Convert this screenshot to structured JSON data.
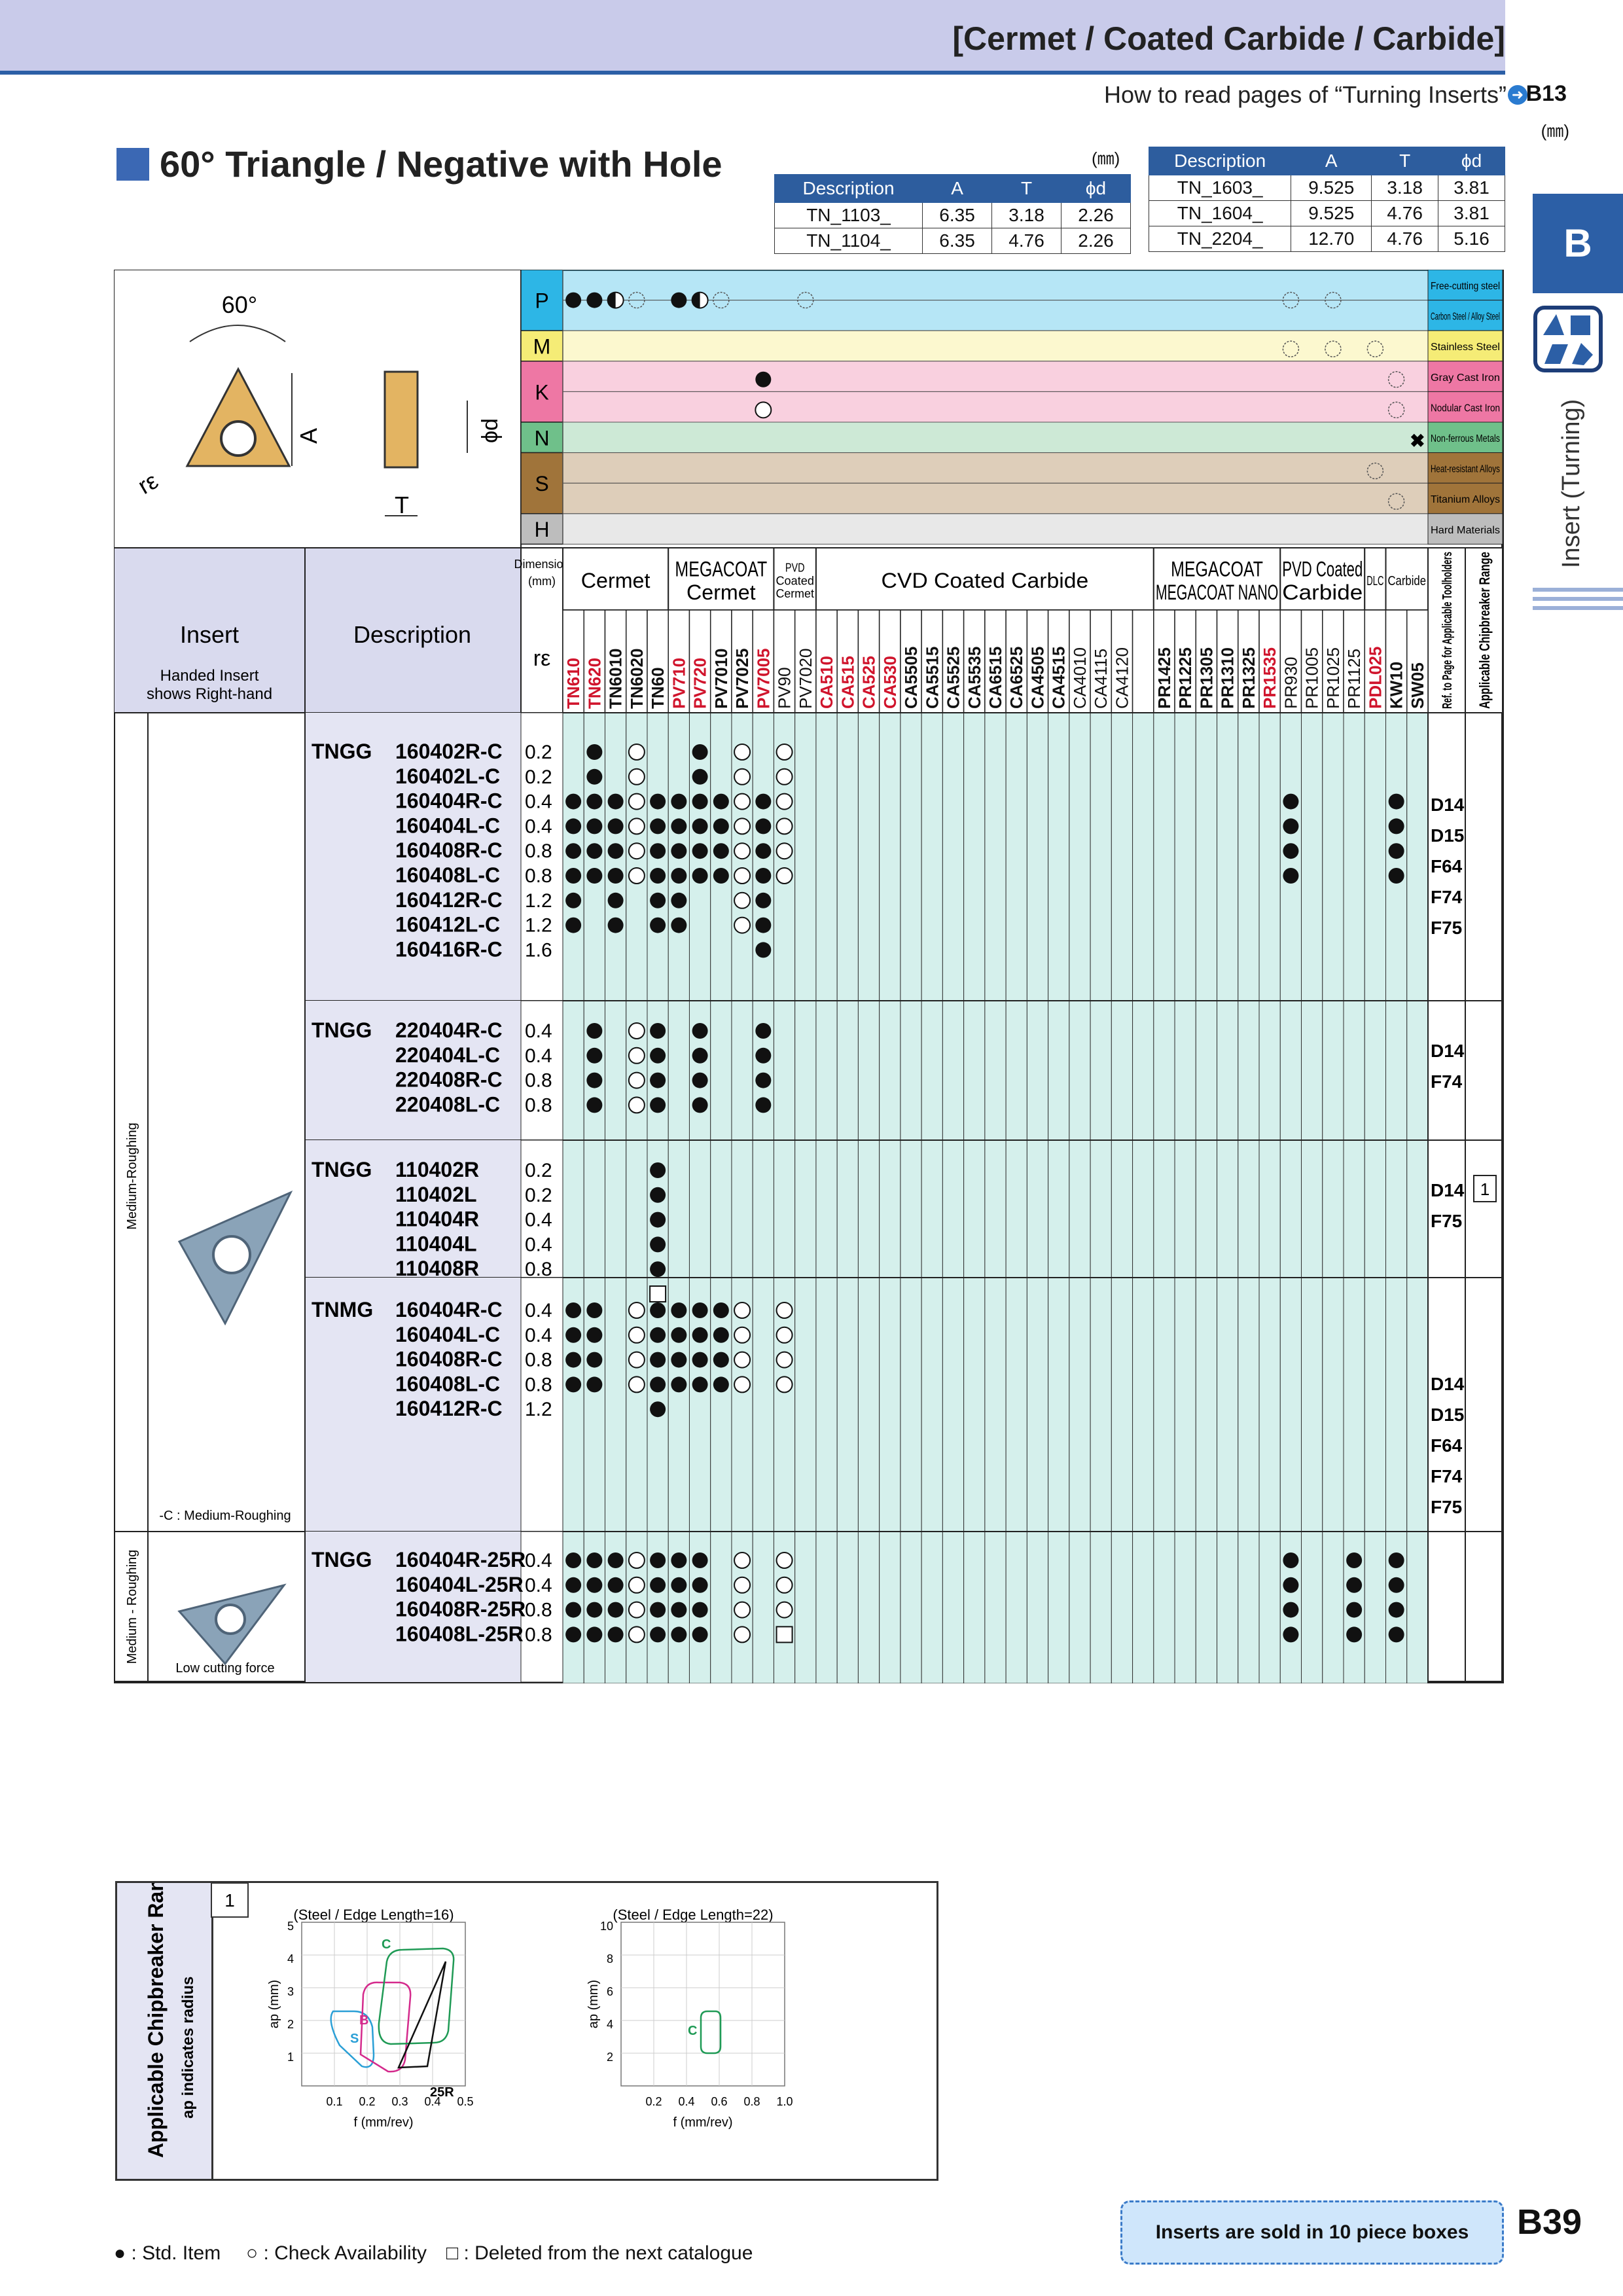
{
  "header": {
    "category": "[Cermet / Coated Carbide / Carbide]",
    "howto_text": "How to read pages of “Turning Inserts”",
    "howto_ref": "B13",
    "unit": "(㎜)"
  },
  "section": {
    "title": "60° Triangle / Negative with Hole"
  },
  "dim_tables": [
    {
      "headers": [
        "Description",
        "A",
        "T",
        "ϕd"
      ],
      "rows": [
        [
          "TN_1103_",
          "6.35",
          "3.18",
          "2.26"
        ],
        [
          "TN_1104_",
          "6.35",
          "4.76",
          "2.26"
        ]
      ]
    },
    {
      "headers": [
        "Description",
        "A",
        "T",
        "ϕd"
      ],
      "rows": [
        [
          "TN_1603_",
          "9.525",
          "3.18",
          "3.81"
        ],
        [
          "TN_1604_",
          "9.525",
          "4.76",
          "3.81"
        ],
        [
          "TN_2204_",
          "12.70",
          "4.76",
          "5.16"
        ]
      ]
    }
  ],
  "side_tab": {
    "letter": "B",
    "label": "Insert (Turning)"
  },
  "drawing": {
    "angle": "60°",
    "a": "A",
    "t": "T",
    "d": "ϕd",
    "re": "rε"
  },
  "materials": [
    {
      "code": "P",
      "name1": "Free-cutting steel",
      "name2": "Carbon Steel / Alloy Steel",
      "color": "#2db6e6"
    },
    {
      "code": "M",
      "name1": "Stainless Steel",
      "color": "#f5ec76"
    },
    {
      "code": "K",
      "name1": "Gray Cast Iron",
      "name2": "Nodular Cast Iron",
      "color": "#ee77a4"
    },
    {
      "code": "N",
      "name1": "Non-ferrous Metals",
      "color": "#6fc08a"
    },
    {
      "code": "S",
      "name1": "Heat-resistant Alloys",
      "name2": "Titanium Alloys",
      "color": "#a0743a"
    },
    {
      "code": "H",
      "name1": "Hard Materials",
      "color": "#bdbdbd"
    }
  ],
  "table_headers": {
    "insert": "Insert",
    "handed_note": "Handed Insert\nshows Right-hand",
    "description": "Description",
    "dimension": "Dimension\n(mm)",
    "re": "rε",
    "groups": [
      {
        "label": "Cermet",
        "span": 5
      },
      {
        "label": "MEGACOAT\nCermet",
        "span": 5
      },
      {
        "label": "PVD\nCoated\nCermet",
        "span": 2
      },
      {
        "label": "CVD Coated Carbide",
        "span": 16
      },
      {
        "label": "MEGACOAT\nMEGACOAT NANO",
        "span": 6
      },
      {
        "label": "PVD Coated\nCarbide",
        "span": 4
      },
      {
        "label": "DLC",
        "span": 1
      },
      {
        "label": "Carbide",
        "span": 2
      }
    ],
    "ref_page": "Ref. to Page for Applicable Toolholders",
    "chipbreaker": "Applicable Chipbreaker Range"
  },
  "grades": [
    {
      "name": "TN610",
      "red": true
    },
    {
      "name": "TN620",
      "red": true
    },
    {
      "name": "TN6010"
    },
    {
      "name": "TN6020"
    },
    {
      "name": "TN60"
    },
    {
      "name": "PV710",
      "red": true
    },
    {
      "name": "PV720",
      "red": true
    },
    {
      "name": "PV7010"
    },
    {
      "name": "PV7025"
    },
    {
      "name": "PV7005",
      "red": true
    },
    {
      "name": "PV90",
      "thin": true
    },
    {
      "name": "PV7020",
      "thin": true
    },
    {
      "name": "CA510",
      "red": true
    },
    {
      "name": "CA515",
      "red": true
    },
    {
      "name": "CA525",
      "red": true
    },
    {
      "name": "CA530",
      "red": true
    },
    {
      "name": "CA5505"
    },
    {
      "name": "CA5515"
    },
    {
      "name": "CA5525"
    },
    {
      "name": "CA5535"
    },
    {
      "name": "CA6515"
    },
    {
      "name": "CA6525"
    },
    {
      "name": "CA4505"
    },
    {
      "name": "CA4515"
    },
    {
      "name": "CA4010",
      "thin": true
    },
    {
      "name": "CA4115",
      "thin": true
    },
    {
      "name": "CA4120",
      "thin": true
    },
    {
      "name": "",
      "thin": true
    },
    {
      "name": "PR1425"
    },
    {
      "name": "PR1225"
    },
    {
      "name": "PR1305"
    },
    {
      "name": "PR1310"
    },
    {
      "name": "PR1325"
    },
    {
      "name": "PR1535",
      "red": true
    },
    {
      "name": "PR930",
      "thin": true
    },
    {
      "name": "PR1005",
      "thin": true
    },
    {
      "name": "PR1025",
      "thin": true
    },
    {
      "name": "PR1125",
      "thin": true
    },
    {
      "name": "PDL025",
      "red": true
    },
    {
      "name": "KW10"
    },
    {
      "name": "SW05"
    }
  ],
  "material_marks": {
    "P": {
      "0": "F",
      "1": "F",
      "2": "H",
      "3": "C",
      "5": "F",
      "6": "H",
      "7": "C",
      "11": "C",
      "34": "C",
      "36": "C"
    },
    "M": {
      "34": "C",
      "36": "C",
      "38": "C"
    },
    "K": {
      "9": "F",
      "39": "C"
    },
    "K2": {
      "9": "O",
      "39": "C"
    },
    "N": {
      "40": "X"
    },
    "S": {
      "38": "C"
    },
    "S2": {
      "39": "C"
    }
  },
  "groups": [
    {
      "series": "TNGG",
      "type_label": "Medium-Roughing",
      "image": true,
      "refs": [
        "D14",
        "D15",
        "F64",
        "F74",
        "F75"
      ],
      "rows": [
        {
          "code": "160402R-C",
          "re": "0.2",
          "marks": {
            "1": "F",
            "3": "O",
            "6": "F",
            "8": "O",
            "10": "O"
          }
        },
        {
          "code": "160402L-C",
          "re": "0.2",
          "marks": {
            "1": "F",
            "3": "O",
            "6": "F",
            "8": "O",
            "10": "O"
          }
        },
        {
          "code": "160404R-C",
          "re": "0.4",
          "marks": {
            "0": "F",
            "1": "F",
            "2": "F",
            "3": "O",
            "4": "F",
            "5": "F",
            "6": "F",
            "7": "F",
            "8": "O",
            "9": "F",
            "10": "O",
            "34": "F",
            "39": "F"
          }
        },
        {
          "code": "160404L-C",
          "re": "0.4",
          "marks": {
            "0": "F",
            "1": "F",
            "2": "F",
            "3": "O",
            "4": "F",
            "5": "F",
            "6": "F",
            "7": "F",
            "8": "O",
            "9": "F",
            "10": "O",
            "34": "F",
            "39": "F"
          }
        },
        {
          "code": "160408R-C",
          "re": "0.8",
          "marks": {
            "0": "F",
            "1": "F",
            "2": "F",
            "3": "O",
            "4": "F",
            "5": "F",
            "6": "F",
            "7": "F",
            "8": "O",
            "9": "F",
            "10": "O",
            "34": "F",
            "39": "F"
          }
        },
        {
          "code": "160408L-C",
          "re": "0.8",
          "marks": {
            "0": "F",
            "1": "F",
            "2": "F",
            "3": "O",
            "4": "F",
            "5": "F",
            "6": "F",
            "7": "F",
            "8": "O",
            "9": "F",
            "10": "O",
            "34": "F",
            "39": "F"
          }
        },
        {
          "code": "160412R-C",
          "re": "1.2",
          "marks": {
            "0": "F",
            "2": "F",
            "4": "F",
            "5": "F",
            "8": "O",
            "9": "F"
          }
        },
        {
          "code": "160412L-C",
          "re": "1.2",
          "marks": {
            "0": "F",
            "2": "F",
            "4": "F",
            "5": "F",
            "8": "O",
            "9": "F"
          }
        },
        {
          "code": "160416R-C",
          "re": "1.6",
          "marks": {
            "9": "F"
          }
        }
      ]
    },
    {
      "series": "TNGG",
      "refs": [
        "D14",
        "F74"
      ],
      "rows": [
        {
          "code": "220404R-C",
          "re": "0.4",
          "marks": {
            "1": "F",
            "3": "O",
            "4": "F",
            "6": "F",
            "9": "F"
          }
        },
        {
          "code": "220404L-C",
          "re": "0.4",
          "marks": {
            "1": "F",
            "3": "O",
            "4": "F",
            "6": "F",
            "9": "F"
          }
        },
        {
          "code": "220408R-C",
          "re": "0.8",
          "marks": {
            "1": "F",
            "3": "O",
            "4": "F",
            "6": "F",
            "9": "F"
          }
        },
        {
          "code": "220408L-C",
          "re": "0.8",
          "marks": {
            "1": "F",
            "3": "O",
            "4": "F",
            "6": "F",
            "9": "F"
          }
        }
      ]
    },
    {
      "series": "TNGG",
      "refs": [
        "D14",
        "F75"
      ],
      "chip": "1",
      "rows": [
        {
          "code": "110402R",
          "re": "0.2",
          "marks": {
            "4": "F"
          }
        },
        {
          "code": "110402L",
          "re": "0.2",
          "marks": {
            "4": "F"
          }
        },
        {
          "code": "110404R",
          "re": "0.4",
          "marks": {
            "4": "F"
          }
        },
        {
          "code": "110404L",
          "re": "0.4",
          "marks": {
            "4": "F"
          }
        },
        {
          "code": "110408R",
          "re": "0.8",
          "marks": {
            "4": "F"
          }
        },
        {
          "code": "110408L",
          "re": "0.8",
          "marks": {
            "4": "D"
          }
        }
      ]
    },
    {
      "series": "TNMG",
      "refs": [
        "D14",
        "D15",
        "F64",
        "F74",
        "F75"
      ],
      "type_label": "-C : Medium-Roughing",
      "rows": [
        {
          "code": "160404R-C",
          "re": "0.4",
          "marks": {
            "0": "F",
            "1": "F",
            "3": "O",
            "4": "F",
            "5": "F",
            "6": "F",
            "7": "F",
            "8": "O",
            "10": "O"
          }
        },
        {
          "code": "160404L-C",
          "re": "0.4",
          "marks": {
            "0": "F",
            "1": "F",
            "3": "O",
            "4": "F",
            "5": "F",
            "6": "F",
            "7": "F",
            "8": "O",
            "10": "O"
          }
        },
        {
          "code": "160408R-C",
          "re": "0.8",
          "marks": {
            "0": "F",
            "1": "F",
            "3": "O",
            "4": "F",
            "5": "F",
            "6": "F",
            "7": "F",
            "8": "O",
            "10": "O"
          }
        },
        {
          "code": "160408L-C",
          "re": "0.8",
          "marks": {
            "0": "F",
            "1": "F",
            "3": "O",
            "4": "F",
            "5": "F",
            "6": "F",
            "7": "F",
            "8": "O",
            "10": "O"
          }
        },
        {
          "code": "160412R-C",
          "re": "1.2",
          "marks": {
            "4": "F"
          }
        }
      ]
    },
    {
      "series": "TNGG",
      "type_label": "Medium - Roughing",
      "image_caption": "Low cutting force",
      "rows": [
        {
          "code": "160404R-25R",
          "re": "0.4",
          "marks": {
            "0": "F",
            "1": "F",
            "2": "F",
            "3": "O",
            "4": "F",
            "5": "F",
            "6": "F",
            "8": "O",
            "10": "O",
            "34": "F",
            "37": "F",
            "39": "F"
          }
        },
        {
          "code": "160404L-25R",
          "re": "0.4",
          "marks": {
            "0": "F",
            "1": "F",
            "2": "F",
            "3": "O",
            "4": "F",
            "5": "F",
            "6": "F",
            "8": "O",
            "10": "O",
            "34": "F",
            "37": "F",
            "39": "F"
          }
        },
        {
          "code": "160408R-25R",
          "re": "0.8",
          "marks": {
            "0": "F",
            "1": "F",
            "2": "F",
            "3": "O",
            "4": "F",
            "5": "F",
            "6": "F",
            "8": "O",
            "10": "O",
            "34": "F",
            "37": "F",
            "39": "F"
          }
        },
        {
          "code": "160408L-25R",
          "re": "0.8",
          "marks": {
            "0": "F",
            "1": "F",
            "2": "F",
            "3": "O",
            "4": "F",
            "5": "F",
            "6": "F",
            "8": "O",
            "10": "D",
            "34": "F",
            "37": "F",
            "39": "F"
          }
        }
      ]
    }
  ],
  "chipbreaker_panel": {
    "title": "Applicable Chipbreaker Range",
    "subtitle": "ap indicates radius",
    "index": "1",
    "chart1": {
      "caption": "(Steel / Edge Length=16)",
      "xlabel": "f (mm/rev)",
      "ylabel": "ap (mm)",
      "xticks": [
        "0.1",
        "0.2",
        "0.3",
        "0.4",
        "0.5"
      ],
      "yticks": [
        "1",
        "2",
        "3",
        "4",
        "5"
      ],
      "labels": {
        "S": "S",
        "B": "B",
        "C": "C",
        "R": "25R"
      }
    },
    "chart2": {
      "caption": "(Steel / Edge Length=22)",
      "xlabel": "f (mm/rev)",
      "ylabel": "ap (mm)",
      "xticks": [
        "0.2",
        "0.4",
        "0.6",
        "0.8",
        "1.0"
      ],
      "yticks": [
        "2",
        "4",
        "6",
        "8",
        "10"
      ],
      "labels": {
        "C": "C"
      }
    }
  },
  "legend": {
    "std": ": Std. Item",
    "check": ": Check Availability",
    "deleted": ": Deleted from the next catalogue"
  },
  "sold_note": "Inserts are sold in 10 piece boxes",
  "page_number": "B39",
  "colors": {
    "accent": "#2c5fa6",
    "grid_fill": "#d5f0ec",
    "band": "#c9cbea",
    "red_grade": "#d0142c"
  }
}
